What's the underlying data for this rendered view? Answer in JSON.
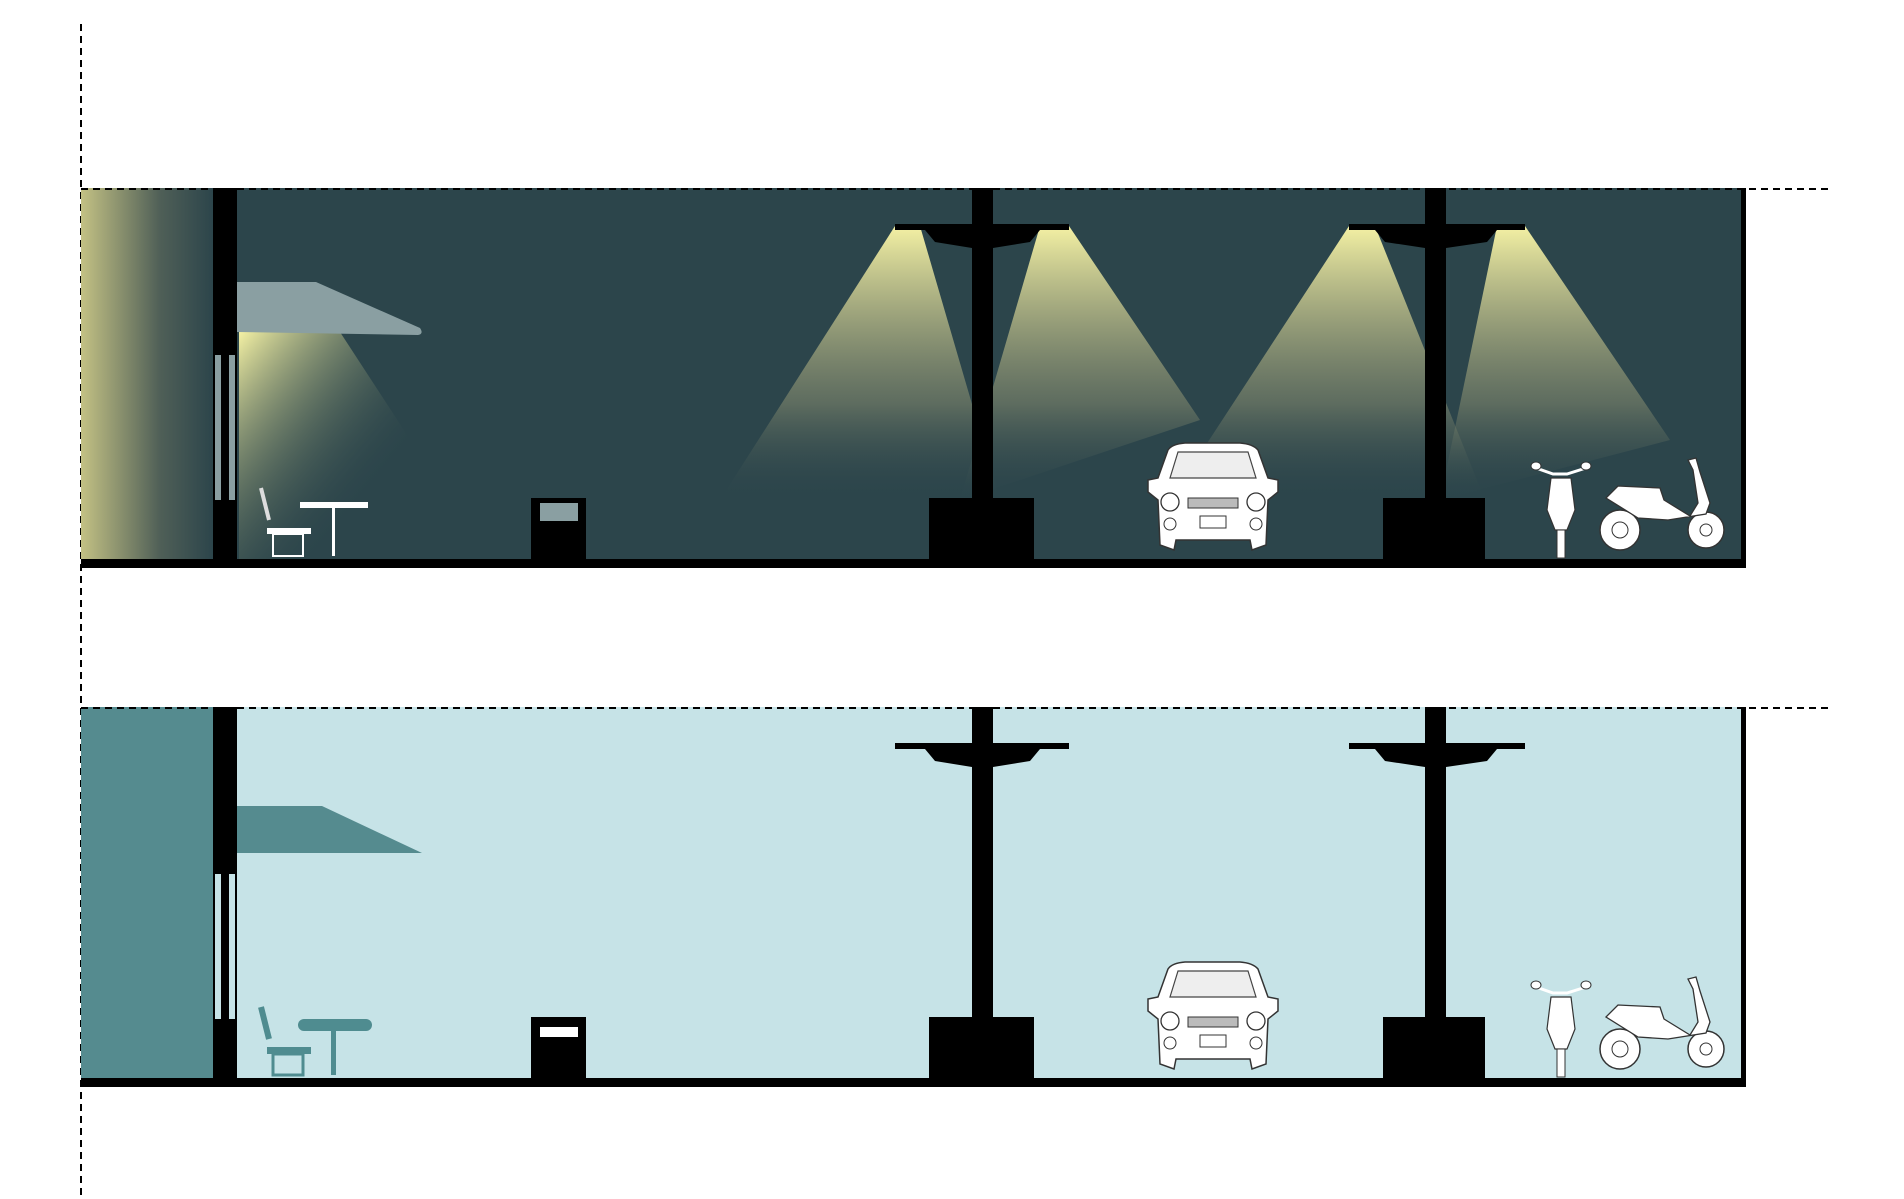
{
  "diagram": {
    "type": "street-section-lighting-comparison",
    "sections": [
      {
        "id": "night",
        "background_color": "#2c454b",
        "building_color": "gradient",
        "light_color": "#f1eea0"
      },
      {
        "id": "day",
        "background_color": "#c6e3e7",
        "building_color": "#558b8f",
        "light_color": "none"
      }
    ],
    "colors": {
      "ground": "#000000",
      "canopy_night": "#8a9fa2",
      "canopy_day": "#558b8f",
      "furniture_day": "#4f8c90"
    }
  }
}
